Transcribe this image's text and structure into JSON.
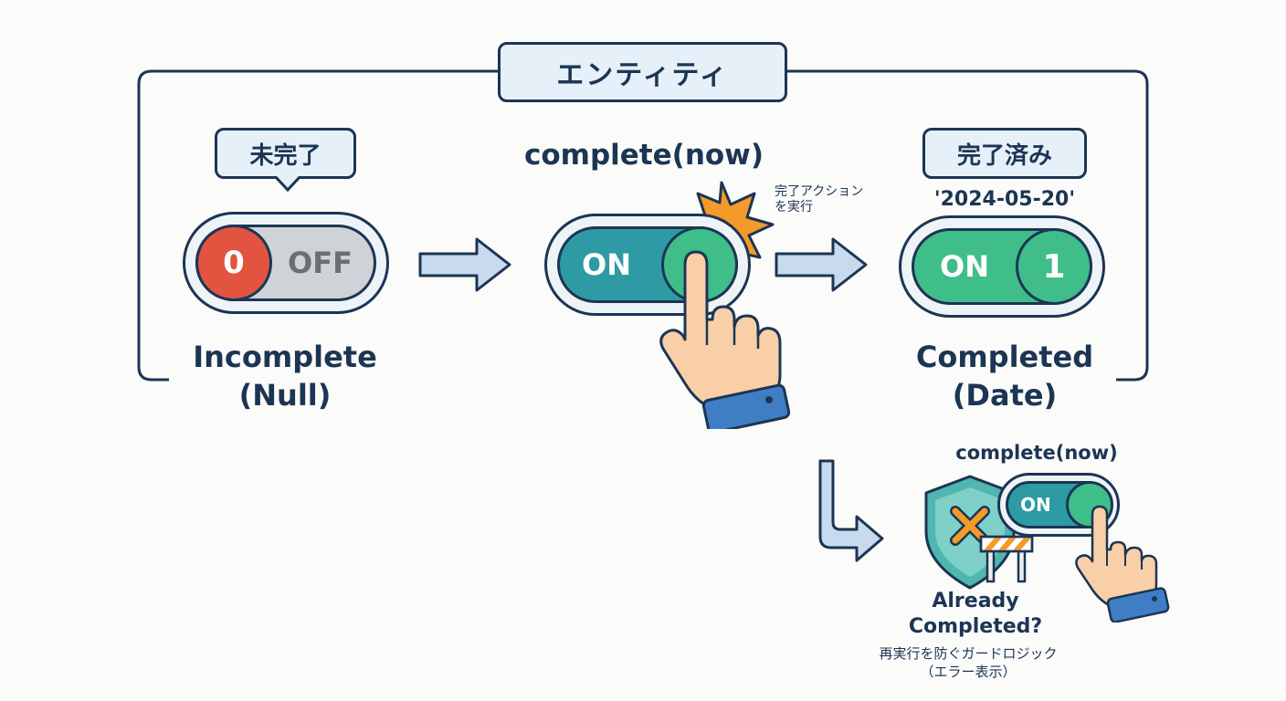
{
  "entity_label": "エンティティ",
  "states": {
    "incomplete": {
      "tag": "未完了",
      "knob_value": "0",
      "track_text": "OFF",
      "caption_line1": "Incomplete",
      "caption_line2": "(Null)"
    },
    "action": {
      "method": "complete(now)",
      "track_text": "ON",
      "note_line1": "完了アクション",
      "note_line2": "を実行"
    },
    "completed": {
      "tag": "完了済み",
      "date_value": "'2024-05-20'",
      "track_text": "ON",
      "knob_value": "1",
      "caption_line1": "Completed",
      "caption_line2": "(Date)"
    }
  },
  "guard": {
    "method": "complete(now)",
    "track_text": "ON",
    "question_line1": "Already",
    "question_line2": "Completed?",
    "note_line1": "再実行を防ぐガードロジック",
    "note_line2": "（エラー表示）"
  },
  "colors": {
    "navy": "#1c3554",
    "red": "#e2543f",
    "teal": "#2e9aa4",
    "green": "#3fbe8a",
    "light_blue": "#e6f0f8",
    "arrow_fill": "#c7daee",
    "burst": "#f39a2a",
    "skin": "#f9cfa8",
    "cuff": "#3f7ec4"
  }
}
